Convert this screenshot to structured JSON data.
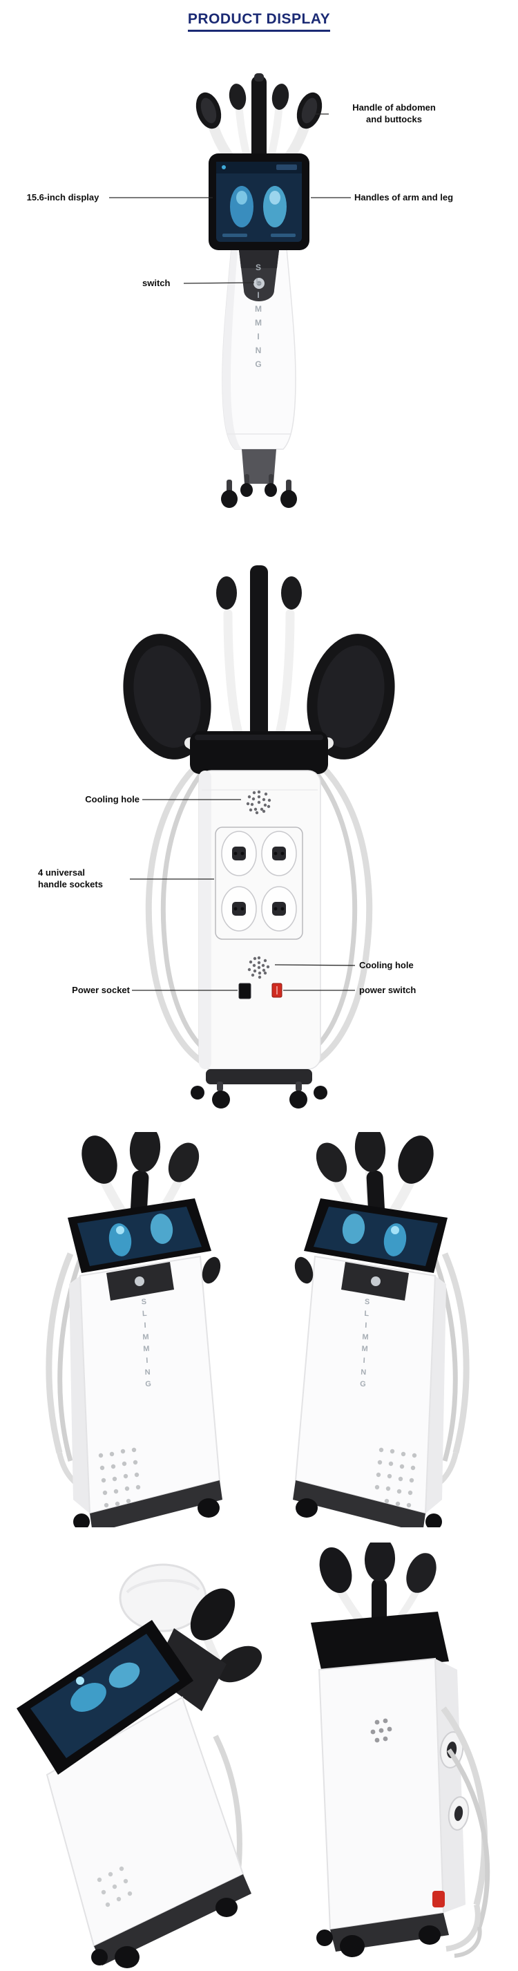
{
  "page": {
    "title": "PRODUCT DISPLAY"
  },
  "colors": {
    "title_navy": "#1b2a74",
    "label_text": "#0d0d0d",
    "leader_line": "#2a2a2a",
    "machine_dark": "#141416",
    "machine_body_white": "#fbfbfc",
    "screen_blue": "#15304b",
    "screen_glow": "#57c2ec",
    "power_switch_red": "#cf2b20"
  },
  "front_view": {
    "machine_text": "SLIMMING",
    "annotations": {
      "handle_abdomen": "Handle of abdomen\nand buttocks",
      "display": "15.6-inch display",
      "handles_arm_leg": "Handles of arm and leg",
      "switch": "switch"
    }
  },
  "back_view": {
    "annotations": {
      "cooling_hole_top": "Cooling hole",
      "handle_sockets": "4 universal\nhandle sockets",
      "cooling_hole_bottom": "Cooling hole",
      "power_socket": "Power socket",
      "power_switch": "power switch"
    }
  },
  "angled_views": {
    "machine_text": "SLIMMING"
  }
}
